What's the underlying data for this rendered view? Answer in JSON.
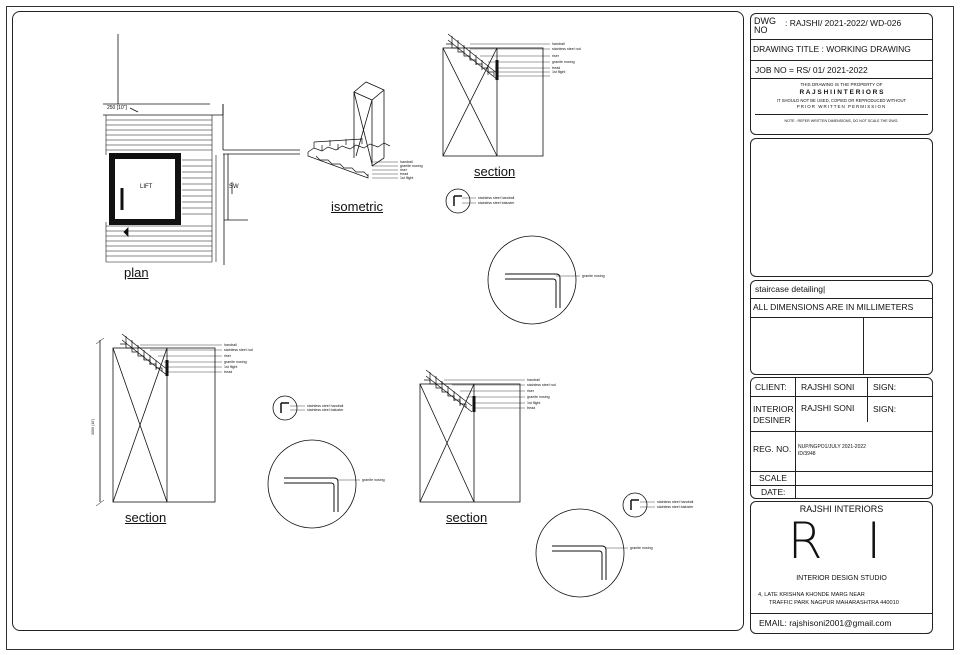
{
  "title_block": {
    "dwg_no_label": "DWG NO",
    "dwg_no_value": ": RAJSHI/ 2021-2022/ WD-026",
    "drawing_title": "DRAWING TITLE : WORKING DRAWING",
    "job_no": "JOB NO = RS/ 01/ 2021-2022",
    "property_line1": "THIS DRAWING IS THE PROPERTY OF",
    "property_company": "R A J S H I   I N T E R I O R S",
    "property_line2": "IT SHOULD NOT BE USED, COPIED OR REPRODUCED WITHOUT",
    "property_line3": "PRIOR WRITTEN PERMISSION",
    "property_note": "NOTE : REFER WRITTEN DIMENSIONS, DO NOT SCALE THE DWG.",
    "subject": "staircase detailing|",
    "dimensions_note": "ALL DIMENSIONS ARE IN MILLIMETERS",
    "client_label": "CLIENT:",
    "client_value": "RAJSHI SONI",
    "sign_label_1": "SIGN:",
    "designer_label": "INTERIOR DESINER",
    "designer_value": "RAJSHI SONI",
    "sign_label_2": "SIGN:",
    "reg_label": "REG. NO.",
    "reg_value": "NUP/NGPO1/JULY 2021-2022 ID/3948",
    "scale_label": "SCALE",
    "date_label": "DATE:",
    "company_name": "RAJSHI INTERIORS",
    "logo_text": "R I",
    "studio": "INTERIOR DESIGN STUDIO",
    "address_line1": "4, LATE KRISHNA KHONDE MARG NEAR",
    "address_line2": "TRAFFIC PARK NAGPUR MAHARASHTRA 440010",
    "email": "EMAIL: rajshisoni2001@gmail.com"
  },
  "views": {
    "plan": "plan",
    "isometric": "isometric",
    "section_top": "section",
    "section_left": "section",
    "section_mid": "section"
  },
  "plan_labels": {
    "dimension": "250 [10\"]",
    "lift": "LIFT",
    "sw": "SW"
  },
  "callouts": {
    "handrail": "handrail",
    "ss_rod": "stainless steel rod",
    "riser": "riser",
    "granite_nosing": "granite nosing",
    "tread": "tread",
    "1st_flight": "1st flight",
    "ss_handrail": "stainless steel handrail",
    "ss_baluster": "stainless steel baluster",
    "granite_nosing_detail": "granite nosing",
    "section_dim": "3000 (10')"
  }
}
